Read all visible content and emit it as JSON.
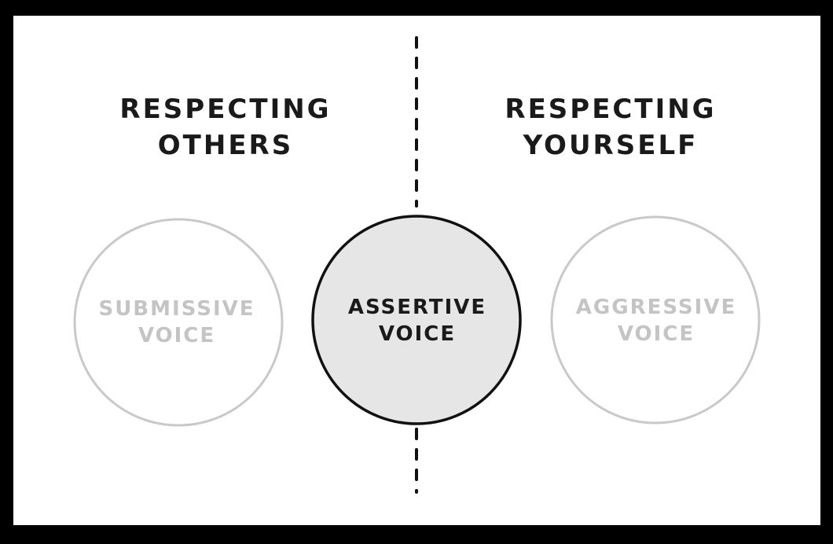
{
  "headings": {
    "left": {
      "line1": "RESPECTING",
      "line2": "OTHERS"
    },
    "right": {
      "line1": "RESPECTING",
      "line2": "YOURSELF"
    }
  },
  "nodes": {
    "submissive": {
      "line1": "SUBMISSIVE",
      "line2": "VOICE",
      "text_color": "#c4c4c4",
      "stroke_color": "#c9c9c9",
      "fill_color": "#ffffff"
    },
    "assertive": {
      "line1": "ASSERTIVE",
      "line2": "VOICE",
      "text_color": "#1a1a1a",
      "stroke_color": "#111111",
      "fill_color": "#e6e6e6"
    },
    "aggressive": {
      "line1": "AGGRESSIVE",
      "line2": "VOICE",
      "text_color": "#c4c4c4",
      "stroke_color": "#c9c9c9",
      "fill_color": "#ffffff"
    }
  },
  "colors": {
    "frame": "#000000",
    "background": "#ffffff",
    "divider": "#111111"
  }
}
